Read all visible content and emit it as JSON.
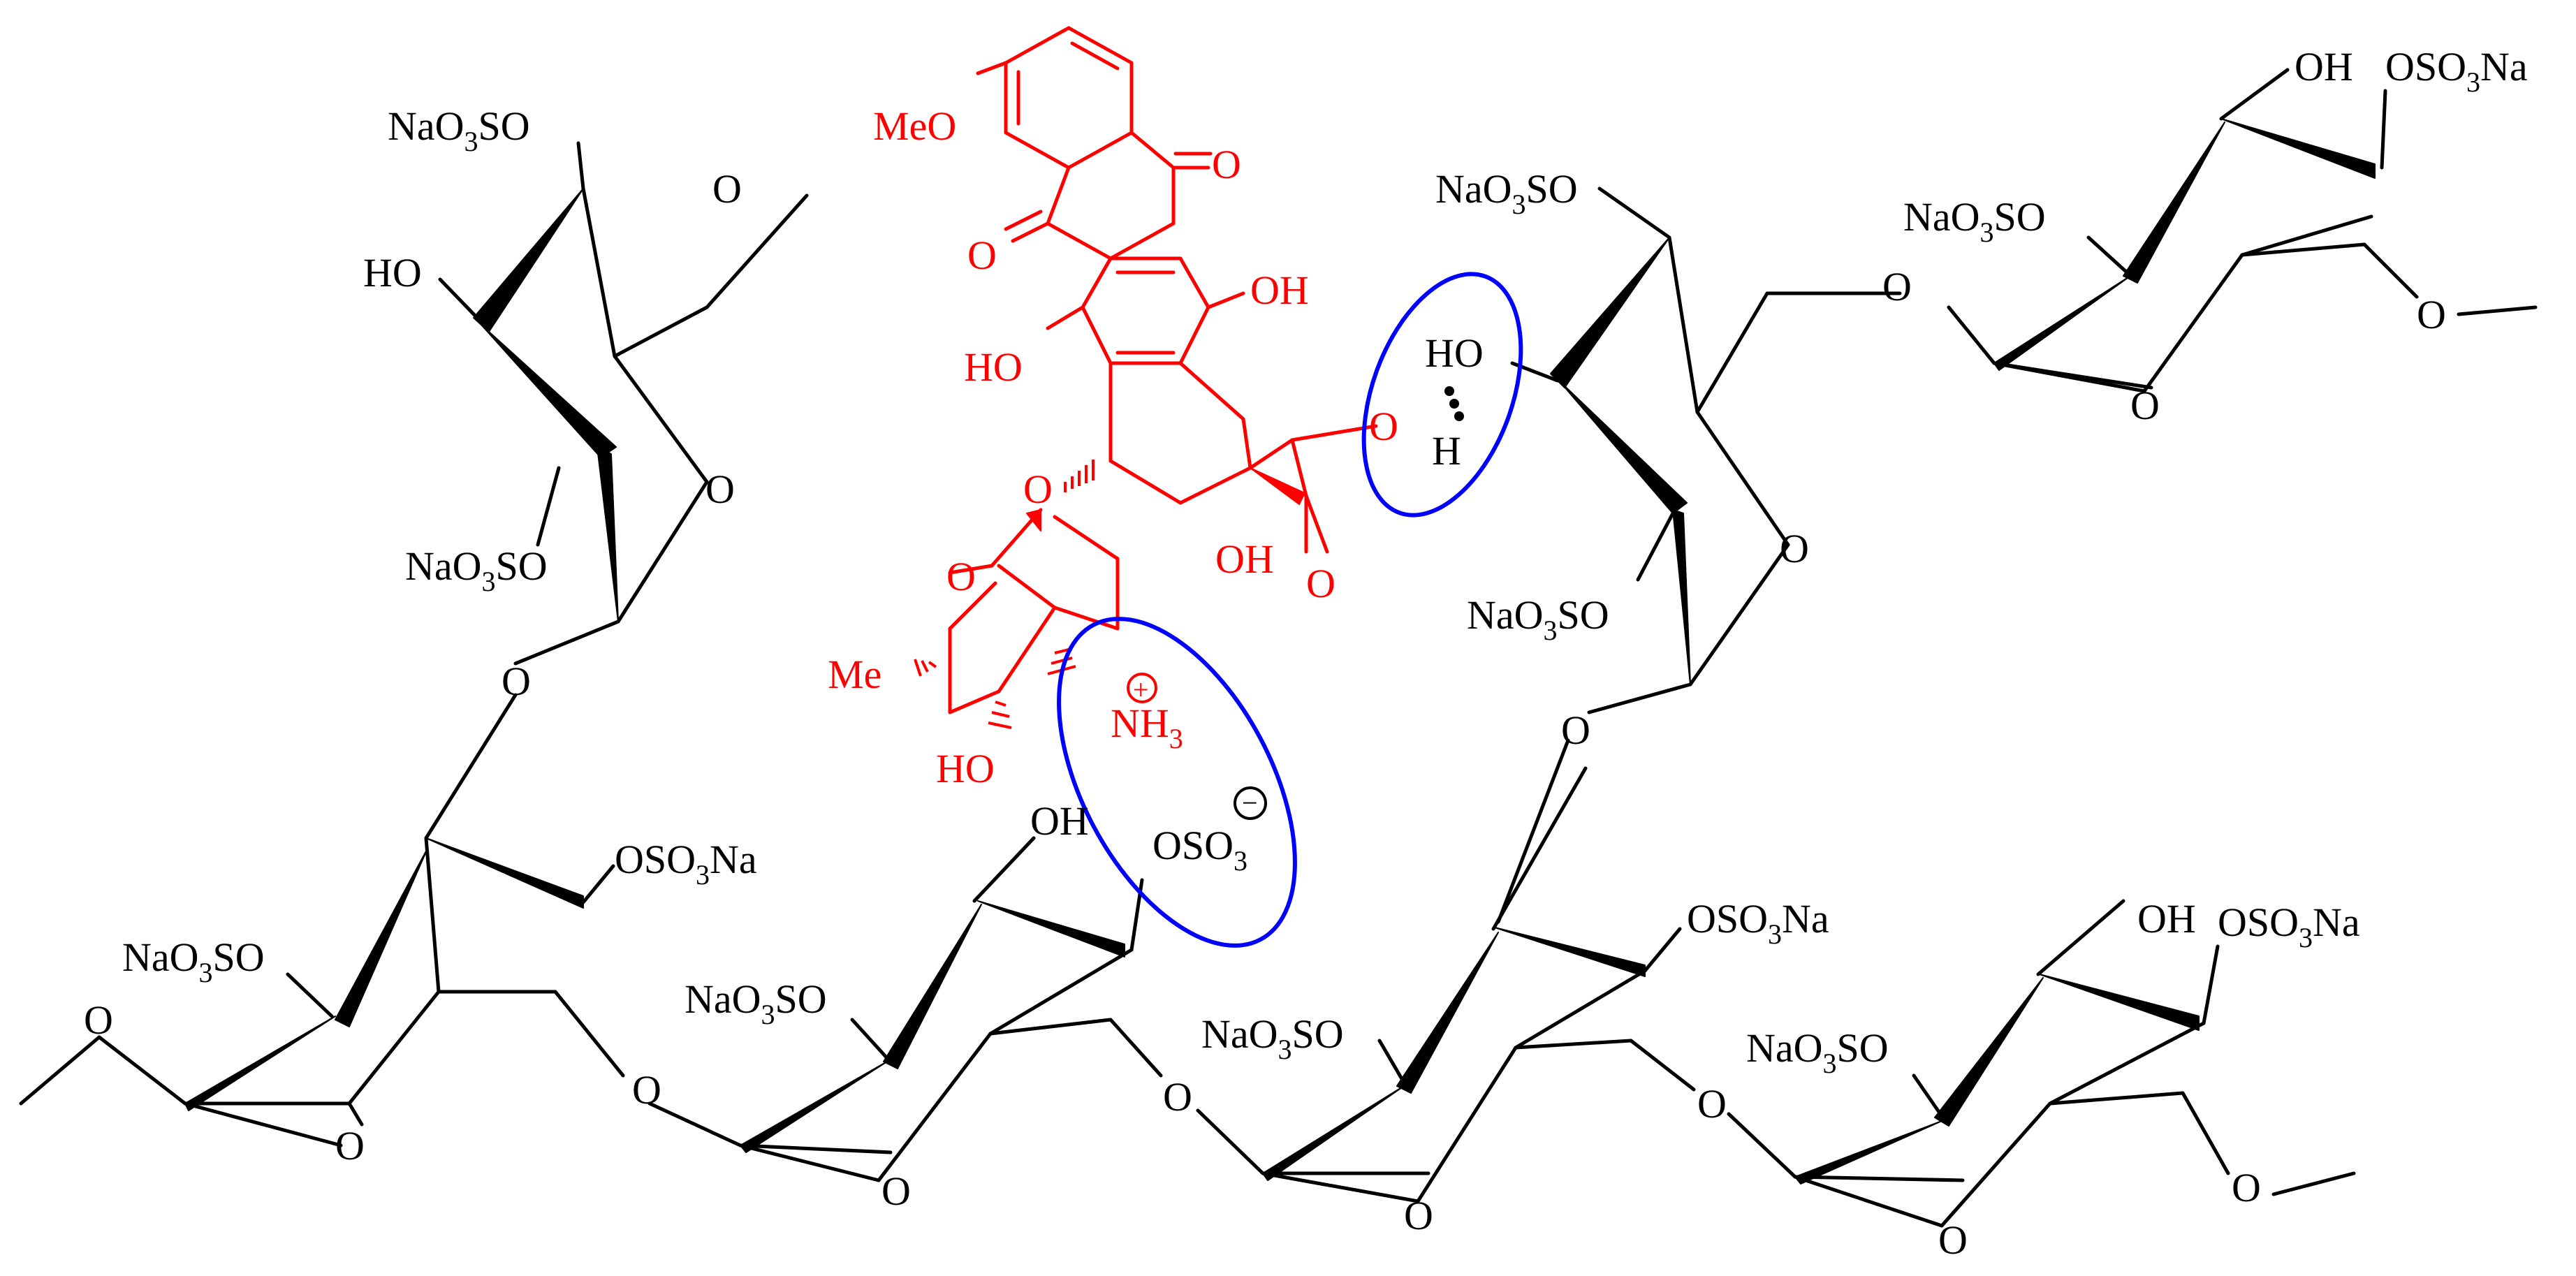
{
  "colors": {
    "polymer": "#000000",
    "drug": "#ff0000",
    "interaction": "#0000ff"
  },
  "labels": {
    "sulfo_left": "NaO",
    "sulfo_right": "SO",
    "sulfo_sub": "3",
    "osulfo_prefix": "OSO",
    "osulfo_suffix": "Na",
    "hydroxyl": "HO",
    "hydroxyl_right": "OH",
    "oxygen": "O",
    "methoxy": "MeO",
    "methyl": "Me",
    "amine": "NH",
    "amine_sub": "3",
    "hydrogen": "H",
    "sulfate_anion": "OSO",
    "sulfate_sub": "3",
    "plus_sign": "+",
    "minus_sign": "−"
  }
}
